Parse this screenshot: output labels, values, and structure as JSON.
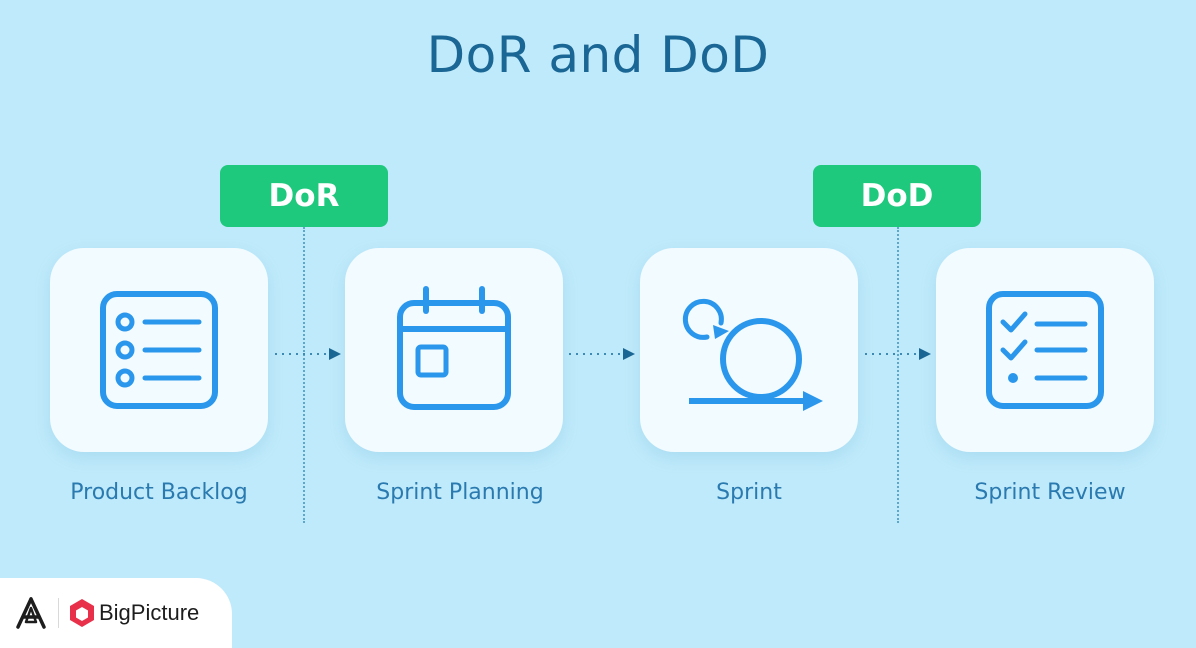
{
  "title": "DoR and DoD",
  "badges": {
    "dor": "DoR",
    "dod": "DoD"
  },
  "steps": [
    {
      "label": "Product Backlog",
      "icon": "checklist-icon"
    },
    {
      "label": "Sprint Planning",
      "icon": "calendar-icon"
    },
    {
      "label": "Sprint",
      "icon": "sprint-cycle-icon"
    },
    {
      "label": "Sprint Review",
      "icon": "review-checklist-icon"
    }
  ],
  "logo": {
    "brand": "BigPicture"
  },
  "colors": {
    "background": "#bfeafb",
    "title": "#1a6694",
    "badge": "#1ec97d",
    "icon": "#2b97ec",
    "label": "#2a7ab0"
  }
}
